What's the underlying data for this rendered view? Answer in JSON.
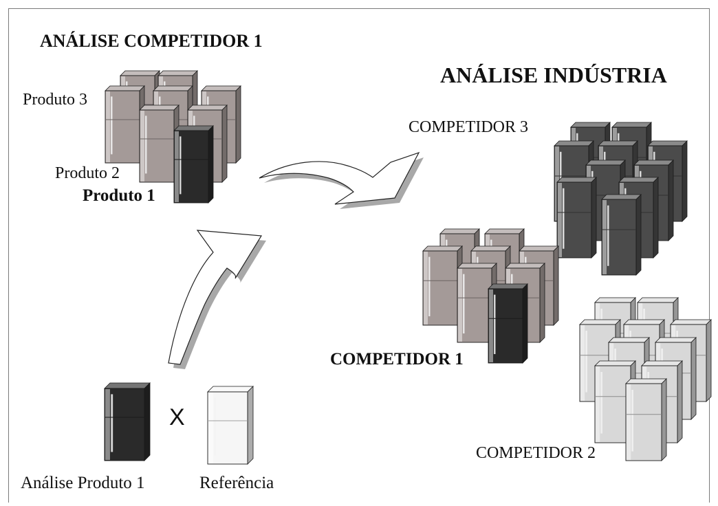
{
  "left": {
    "title": "ANÁLISE COMPETIDOR 1",
    "product3": "Produto 3",
    "product2": "Produto 2",
    "product1": "Produto 1"
  },
  "right": {
    "title": "ANÁLISE INDÚSTRIA",
    "competitor3": "COMPETIDOR 3",
    "competitor1": "COMPETIDOR 1",
    "competitor2": "COMPETIDOR 2"
  },
  "bottom": {
    "analysis_label": "Análise Produto 1",
    "vs": "X",
    "reference_label": "Referência"
  },
  "colors": {
    "taupe_fridge": "#a49a98",
    "dark_fridge": "#4b4b4b",
    "black_fridge": "#2a2a2a",
    "light_fridge": "#d8d8d8",
    "white_fridge": "#f6f6f6",
    "arrow_shadow": "#a8a8a8"
  }
}
